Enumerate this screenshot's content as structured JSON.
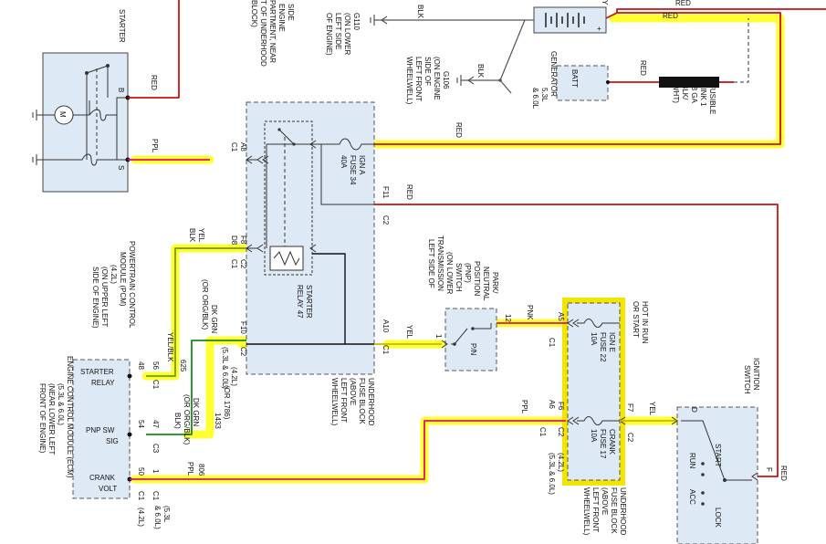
{
  "wires": {
    "red": "RED",
    "ppl": "PPL",
    "blk": "BLK",
    "yel": "YEL",
    "pnk": "PNK",
    "yel_blk": "YEL/BLK",
    "dk_grn": "DK GRN",
    "or_org_blk": "(OR ORG/BLK)",
    "or_1786": "(OR 1786)",
    "blk_paren": "BLK)",
    "c625": "625",
    "c1433": "1433",
    "c806": "806"
  },
  "starter": {
    "title": "STARTER",
    "term_b": "B",
    "term_s": "S",
    "motor": "M"
  },
  "top_labels": {
    "side_engine": [
      "SIDE",
      "ENGINE",
      "PARTMENT, NEAR",
      "T OF UNDERHOOD",
      "BLOCK)"
    ],
    "g110": [
      "G110",
      "(ON LOWER",
      "LEFT SIDE",
      "OF ENGINE)"
    ],
    "g106": [
      "G106",
      "(ON ENGINE",
      "SIDE OF",
      "LEFT FRONT",
      "WHEELWELL)"
    ],
    "generator": [
      "GENERATOR",
      "5.3L",
      "& 6.0L"
    ],
    "batt": "BATT",
    "battery_y": "Y",
    "battery_plus": "+",
    "fusible_link": [
      "FUSIBLE",
      "LINK 1",
      "(8 GA",
      "BLK/",
      "WHT)"
    ]
  },
  "underhood": {
    "fuse34": [
      "IGN A",
      "FUSE 34",
      "40A"
    ],
    "relay_label": [
      "STARTER",
      "RELAY 47"
    ],
    "name": [
      "UNDERHOOD",
      "FUSE BLOCK",
      "(ABOVE",
      "LEFT FRONT",
      "WHEELWELL)"
    ],
    "pins": {
      "a8": "A8",
      "c1a": "C1",
      "d8": "D8",
      "c1b": "C1",
      "f8": "F8",
      "c2a": "C2",
      "f10": "F10",
      "c2b": "C2",
      "f11": "F11",
      "c2c": "C2",
      "a10": "A10",
      "c1c": "C1"
    }
  },
  "pcm": {
    "title": [
      "POWERTRAIN CONTROL",
      "MODULE (PCM)",
      "(4.2L)",
      "(ON UPPER LEFT",
      "SIDE OF ENGINE)"
    ],
    "ecm": [
      "ENGINE CONTROL MODULE (ECM)",
      "(5.3L & 6.0L)",
      "(NEAR LOWER LEFT",
      "FRONT OF ENGINE)"
    ],
    "starter_relay": [
      "STARTER",
      "RELAY"
    ],
    "pnp_sw": [
      "PNP SW",
      "SIG"
    ],
    "crank": [
      "CRANK",
      "VOLT"
    ],
    "pins": {
      "p48": "48",
      "p56": "56",
      "c1a": "C1",
      "p54": "54",
      "p47": "47",
      "c3": "C3",
      "p50": "50",
      "p1": "1",
      "c1b": "C1",
      "c1c": "C1"
    },
    "variants": {
      "l42": "(4.2L)",
      "l5360": "(5.3L & 6.0L)",
      "l5360_top": "(5.3L",
      "l5360_bot": "& 6.0L)",
      "l42_short": "(4.2L)"
    }
  },
  "pnp": {
    "title": [
      "PARK/",
      "NEUTRAL",
      "POSITION",
      "(PNP)",
      "SWITCH",
      "(ON LOWER",
      "TRANSMISSION",
      "LEFT SIDE OF"
    ],
    "pin12": "12",
    "pin1": "1",
    "pn": "P/N"
  },
  "hot_run": {
    "title": [
      "HOT IN RUN",
      "OR START"
    ],
    "fuse22": [
      "IGN E",
      "FUSE 22",
      "10A"
    ],
    "fuse17": [
      "CRANK",
      "FUSE 17",
      "10A"
    ],
    "pins": {
      "a5": "A5",
      "c1a": "C1",
      "a6": "A6",
      "c1b": "C1",
      "f6": "F6",
      "c2a": "C2",
      "f7": "F7",
      "c2b": "C2"
    },
    "variants": {
      "l42": "(4.2L)",
      "l5360": "(5.3L & 6.0L)"
    },
    "fuse_block": [
      "UNDERHOOD",
      "FUSE BLOCK",
      "(ABOVE",
      "LEFT FRONT",
      "WHEELWELL)"
    ]
  },
  "ignition": {
    "title": [
      "IGNITION",
      "SWITCH"
    ],
    "start": "START",
    "run": "RUN",
    "acc": "ACC",
    "lock": "LOCK",
    "pin_d": "D",
    "pin_f": "F"
  }
}
